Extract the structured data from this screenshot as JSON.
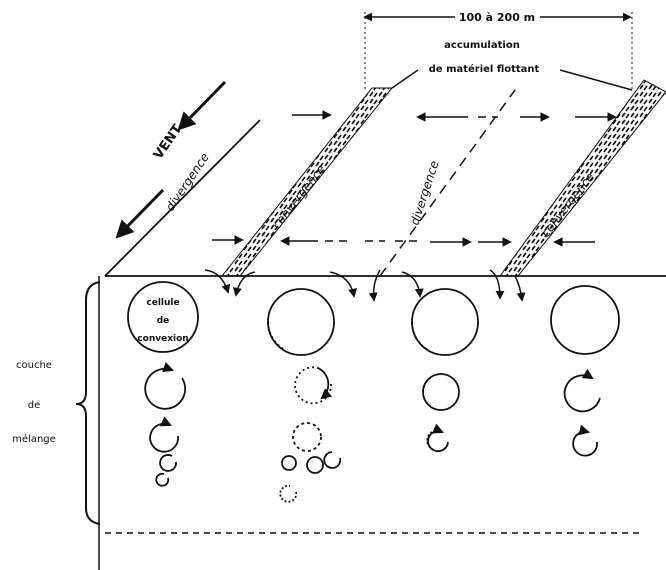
{
  "labels": {
    "width_marker": "100 à 200 m",
    "accumulation_line1": "accumulation",
    "accumulation_line2": "de matériel flottant",
    "wind": "VENT",
    "divergence_left": "divergence",
    "divergence_center": "divergence",
    "convergence_1": "convergence",
    "convergence_2": "convergence",
    "cell_line1": "cellule",
    "cell_line2": "de",
    "cell_line3": "convexion",
    "layer_line1": "couche",
    "layer_line2": "de",
    "layer_line3": "mélange"
  },
  "colors": {
    "ink": "#111111",
    "paper": "#ffffff"
  }
}
